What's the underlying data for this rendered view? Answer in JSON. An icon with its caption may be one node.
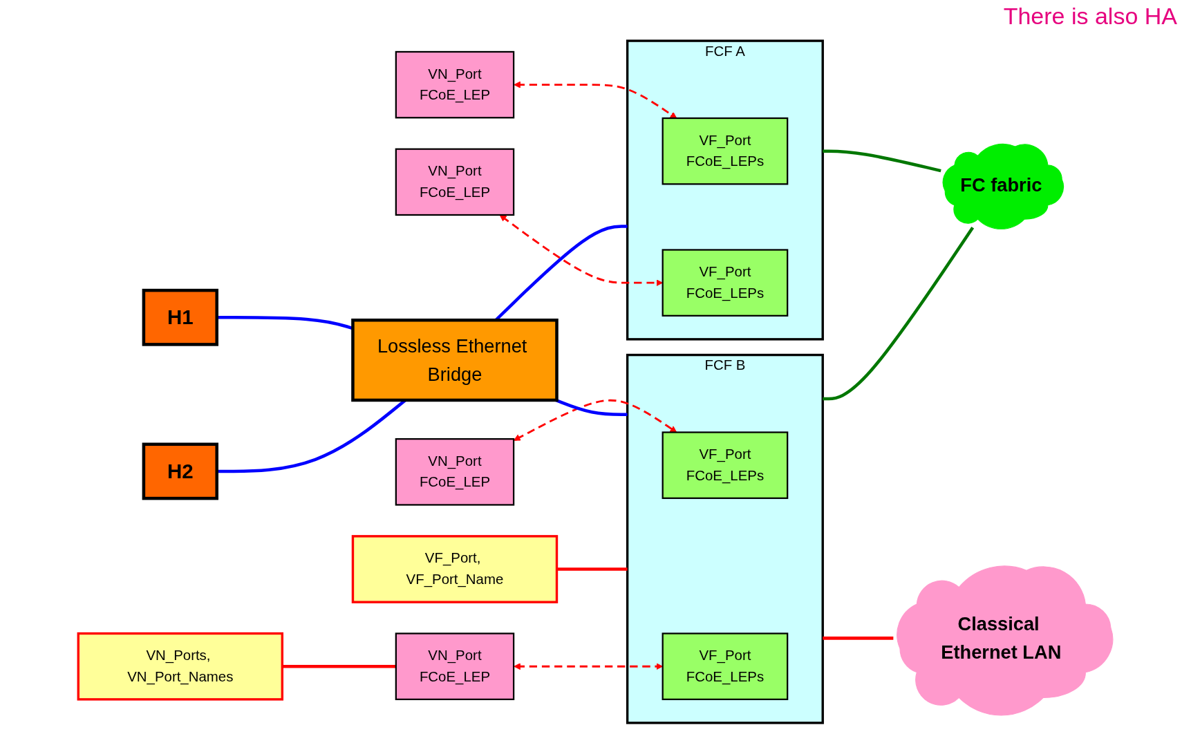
{
  "diagram": {
    "nodes": [
      {
        "text": [
          "VN_Port",
          "FCoE_LEP"
        ]
      },
      {
        "text": [
          "H1"
        ]
      },
      {
        "text": [
          "VN_Port",
          "FCoE_LEP"
        ]
      },
      {
        "text": [
          "VN_Port",
          "FCoE_LEP"
        ]
      },
      {
        "text": [
          "H2"
        ]
      },
      {
        "text": [
          "VN_Port",
          "FCoE_LEP"
        ]
      },
      {
        "text": [
          "Lossless Ethernet Bridge"
        ]
      },
      {
        "text": [
          "FCF A"
        ]
      },
      {
        "text": [
          "VF_Port",
          "FCoE_LEPs"
        ],
        "in": 7
      },
      {
        "text": [
          "VF_Port",
          "FCoE_LEPs"
        ],
        "in": 7
      },
      {
        "text": [
          "FCF B"
        ]
      },
      {
        "text": [
          "VF_Port",
          "FCoE_LEPs"
        ],
        "in": 10
      },
      {
        "text": [
          "VF_Port",
          "FCoE_LEPs"
        ],
        "in": 10
      },
      {
        "text": [
          "FC fabric"
        ]
      },
      {
        "text": [
          "Classical Ethernet LAN"
        ]
      },
      {
        "text": [
          "VF_Port, VF_Port_Name"
        ]
      },
      {
        "text": [
          "VN_Ports, VN_Port_Names"
        ]
      }
    ],
    "edges": [
      {
        "from": 1,
        "to": 6,
        "arrow": "none",
        "color": "#0000ff"
      },
      {
        "from": 4,
        "to": 6,
        "arrow": "none",
        "color": "#0000ff"
      },
      {
        "from": 6,
        "to": 7,
        "arrow": "none",
        "color": "#0000ff"
      },
      {
        "from": 6,
        "to": 10,
        "arrow": "none",
        "color": "#0000ff"
      },
      {
        "from": 7,
        "to": 13,
        "arrow": "none",
        "color": "#007700"
      },
      {
        "from": 10,
        "to": 13,
        "arrow": "none",
        "color": "#007700"
      },
      {
        "from": 10,
        "to": 14,
        "arrow": "none",
        "color": "#ff0000"
      },
      {
        "from": 0,
        "to": 8,
        "arrow": "both",
        "style": "dashed",
        "color": "#ff0000"
      },
      {
        "from": 2,
        "to": 11,
        "arrow": "both",
        "style": "dashed",
        "color": "#ff0000"
      },
      {
        "from": 3,
        "to": 9,
        "arrow": "both",
        "style": "dashed",
        "color": "#ff0000"
      },
      {
        "from": 5,
        "to": 12,
        "arrow": "both",
        "style": "dashed",
        "color": "#ff0000"
      },
      {
        "from": 15,
        "to": 10,
        "arrow": "none",
        "color": "#ff0000"
      },
      {
        "from": 16,
        "to": 5,
        "arrow": "none",
        "color": "#ff0000"
      }
    ],
    "labels": [
      "There is also HA"
    ]
  }
}
